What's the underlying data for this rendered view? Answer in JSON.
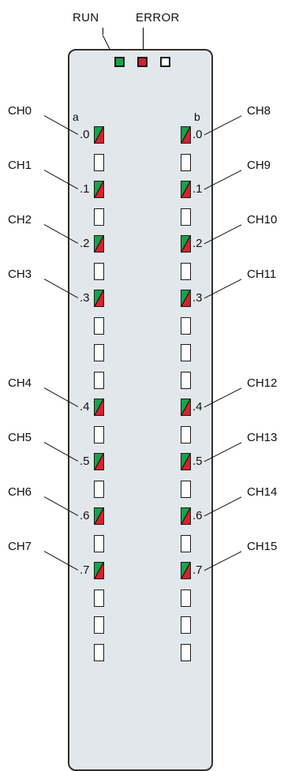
{
  "status_labels": {
    "run": "RUN",
    "error": "ERROR"
  },
  "columns": {
    "left": "a",
    "right": "b"
  },
  "channels_left": [
    {
      "label": "CH0",
      "index": ".0"
    },
    {
      "label": "CH1",
      "index": ".1"
    },
    {
      "label": "CH2",
      "index": ".2"
    },
    {
      "label": "CH3",
      "index": ".3"
    },
    {
      "label": "CH4",
      "index": ".4"
    },
    {
      "label": "CH5",
      "index": ".5"
    },
    {
      "label": "CH6",
      "index": ".6"
    },
    {
      "label": "CH7",
      "index": ".7"
    }
  ],
  "channels_right": [
    {
      "label": "CH8",
      "index": ".0"
    },
    {
      "label": "CH9",
      "index": ".1"
    },
    {
      "label": "CH10",
      "index": ".2"
    },
    {
      "label": "CH11",
      "index": ".3"
    },
    {
      "label": "CH12",
      "index": ".4"
    },
    {
      "label": "CH13",
      "index": ".5"
    },
    {
      "label": "CH14",
      "index": ".6"
    },
    {
      "label": "CH15",
      "index": ".7"
    }
  ],
  "colors": {
    "run_led": "#17a34a",
    "error_led": "#d9212b",
    "housing": "#e2e7eb"
  }
}
